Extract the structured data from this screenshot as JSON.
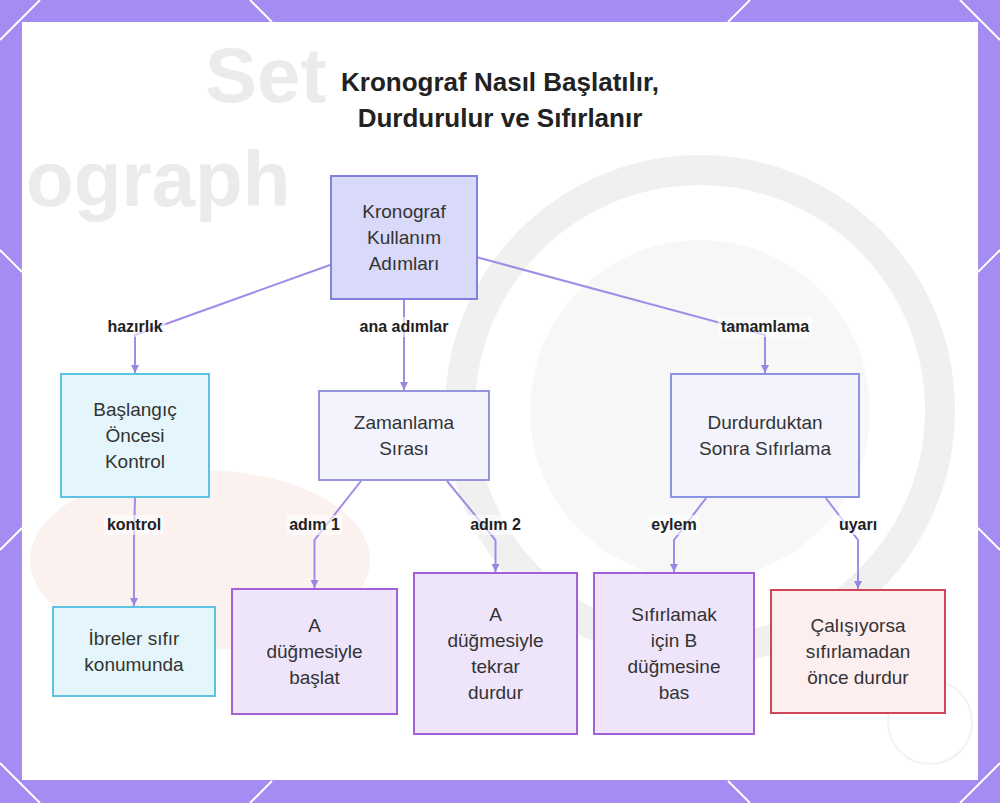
{
  "diagram": {
    "title": "Kronograf Nasıl Başlatılır, Durdurulur ve Sıfırlanır",
    "nodes": [
      {
        "text": [
          "Kronograf Kullanım Adımları"
        ]
      },
      {
        "text": [
          "Başlangıç Öncesi Kontrol"
        ]
      },
      {
        "text": [
          "Zamanlama Sırası"
        ]
      },
      {
        "text": [
          "Durdurduktan Sonra Sıfırlama"
        ]
      },
      {
        "text": [
          "İbreler sıfır konumunda"
        ]
      },
      {
        "text": [
          "A düğmesiyle başlat"
        ]
      },
      {
        "text": [
          "A düğmesiyle tekrar durdur"
        ]
      },
      {
        "text": [
          "Sıfırlamak için B düğmesine bas"
        ]
      },
      {
        "text": [
          "Çalışıyorsa sıfırlamadan önce durdur"
        ]
      }
    ],
    "edges": [
      {
        "from": 0,
        "to": 1,
        "label": "hazırlık",
        "arrow": "to"
      },
      {
        "from": 0,
        "to": 2,
        "label": "ana adımlar",
        "arrow": "to"
      },
      {
        "from": 0,
        "to": 3,
        "label": "tamamlama",
        "arrow": "to"
      },
      {
        "from": 1,
        "to": 4,
        "label": "kontrol",
        "arrow": "to"
      },
      {
        "from": 2,
        "to": 5,
        "label": "adım 1",
        "arrow": "to"
      },
      {
        "from": 2,
        "to": 6,
        "label": "adım 2",
        "arrow": "to"
      },
      {
        "from": 3,
        "to": 7,
        "label": "eylem",
        "arrow": "to"
      },
      {
        "from": 3,
        "to": 8,
        "label": "uyarı",
        "arrow": "to"
      }
    ],
    "labels": [
      "Set",
      "ograph"
    ]
  }
}
